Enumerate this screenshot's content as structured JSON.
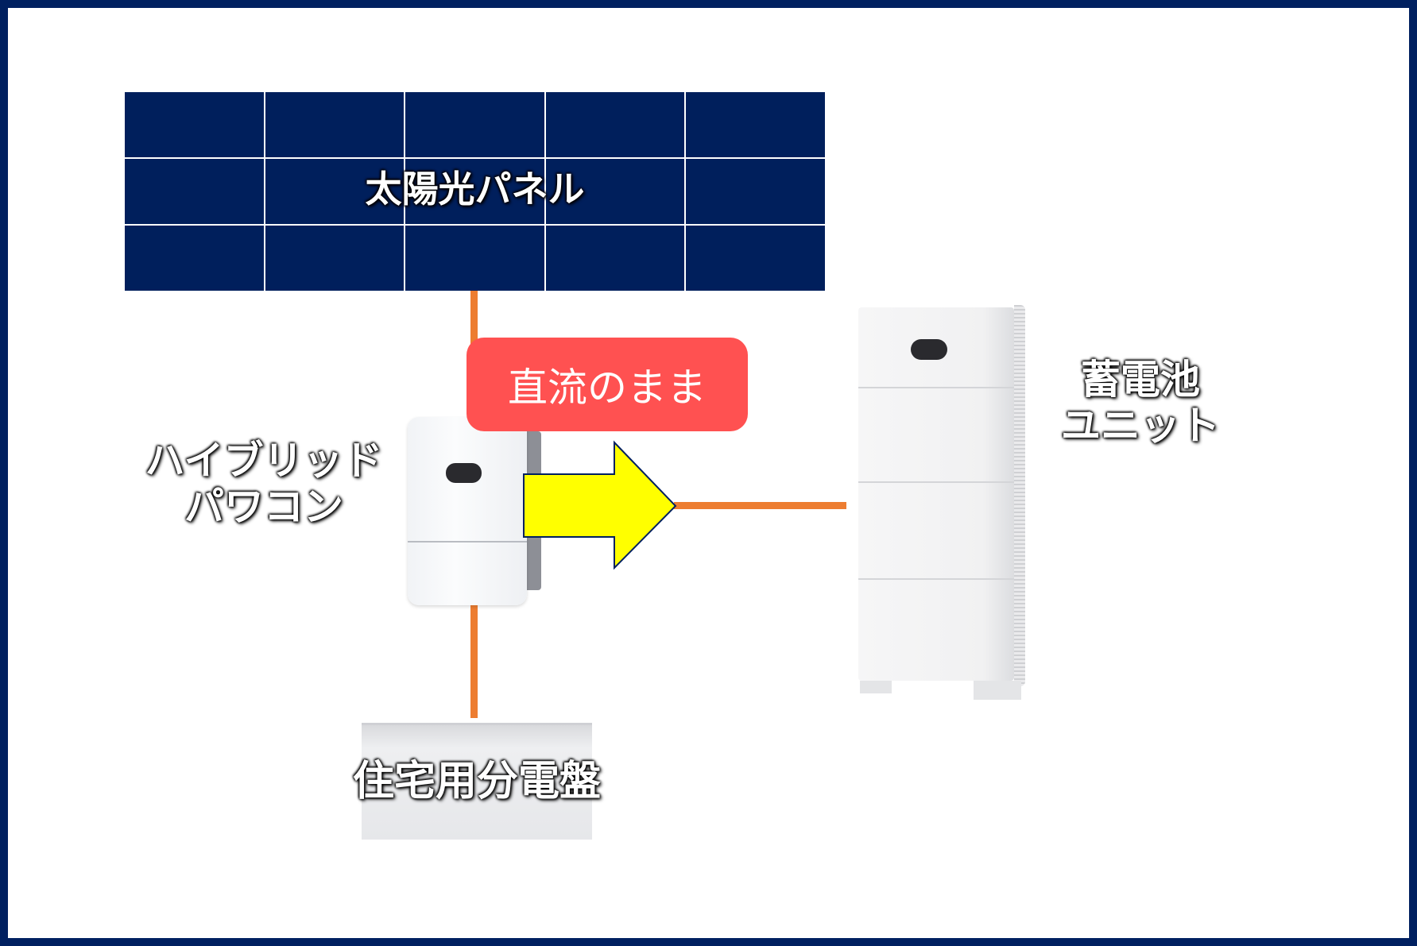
{
  "labels": {
    "solar_panel": "太陽光パネル",
    "callout": "直流のまま",
    "inverter_line1": "ハイブリッド",
    "inverter_line2": "パワコン",
    "battery_line1": "蓄電池",
    "battery_line2": "ユニット",
    "distribution_board": "住宅用分電盤"
  },
  "colors": {
    "frame": "#002060",
    "panel": "#001F5C",
    "wire": "#ED7D31",
    "callout": "#FF5151",
    "arrow": "#FFFF00",
    "arrow_outline": "#002060"
  }
}
